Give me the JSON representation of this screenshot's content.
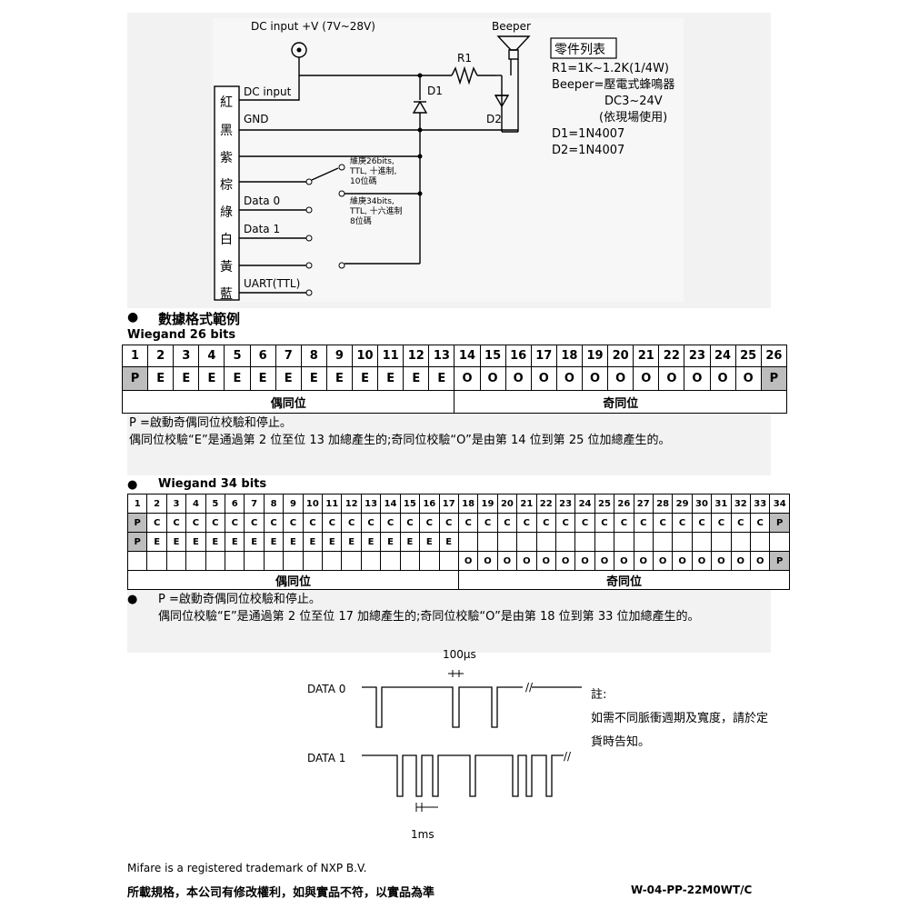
{
  "schematic": {
    "dc_input_label": "DC input +V (7V~28V)",
    "beeper_label": "Beeper",
    "r1_label": "R1",
    "d1_label": "D1",
    "d2_label": "D2",
    "wire_colors": [
      "紅",
      "黑",
      "紫",
      "棕",
      "綠",
      "白",
      "黃",
      "藍"
    ],
    "wire_labels": {
      "dc_input": "DC input",
      "gnd": "GND",
      "data0": "Data 0",
      "data1": "Data 1",
      "uart": "UART(TTL)"
    },
    "switch_note_26": [
      "維庚26bits,",
      "TTL, 十進制,",
      "10位碼"
    ],
    "switch_note_34": [
      "維庚34bits,",
      "TTL, 十六進制",
      "8位碼"
    ],
    "parts_title": "零件列表",
    "parts_list": [
      "R1=1K~1.2K(1/4W)",
      "Beeper=壓電式蜂鳴器",
      "DC3~24V",
      "(依現場使用)",
      "D1=1N4007",
      "D2=1N4007"
    ]
  },
  "section_title": "數據格式範例",
  "wiegand26": {
    "title": "Wiegand 26 bits",
    "bit_numbers": [
      "1",
      "2",
      "3",
      "4",
      "5",
      "6",
      "7",
      "8",
      "9",
      "10",
      "11",
      "12",
      "13",
      "14",
      "15",
      "16",
      "17",
      "18",
      "19",
      "20",
      "21",
      "22",
      "23",
      "24",
      "25",
      "26"
    ],
    "bit_values": [
      "P",
      "E",
      "E",
      "E",
      "E",
      "E",
      "E",
      "E",
      "E",
      "E",
      "E",
      "E",
      "E",
      "O",
      "O",
      "O",
      "O",
      "O",
      "O",
      "O",
      "O",
      "O",
      "O",
      "O",
      "O",
      "P"
    ],
    "even_label": "偶同位",
    "odd_label": "奇同位",
    "note_line1": "P =啟動奇偶同位校驗和停止。",
    "note_line2": "偶同位校驗“E”是通過第 2 位至位 13 加總產生的;奇同位校驗“O”是由第 14 位到第 25 位加總產生的。"
  },
  "wiegand34": {
    "title": "Wiegand 34 bits",
    "bit_numbers": [
      "1",
      "2",
      "3",
      "4",
      "5",
      "6",
      "7",
      "8",
      "9",
      "10",
      "11",
      "12",
      "13",
      "14",
      "15",
      "16",
      "17",
      "18",
      "19",
      "20",
      "21",
      "22",
      "23",
      "24",
      "25",
      "26",
      "27",
      "28",
      "29",
      "30",
      "31",
      "32",
      "33",
      "34"
    ],
    "row_c": [
      "P",
      "C",
      "C",
      "C",
      "C",
      "C",
      "C",
      "C",
      "C",
      "C",
      "C",
      "C",
      "C",
      "C",
      "C",
      "C",
      "C",
      "C",
      "C",
      "C",
      "C",
      "C",
      "C",
      "C",
      "C",
      "C",
      "C",
      "C",
      "C",
      "C",
      "C",
      "C",
      "C",
      "P"
    ],
    "row_e": [
      "P",
      "E",
      "E",
      "E",
      "E",
      "E",
      "E",
      "E",
      "E",
      "E",
      "E",
      "E",
      "E",
      "E",
      "E",
      "E",
      "E"
    ],
    "row_o": [
      "O",
      "O",
      "O",
      "O",
      "O",
      "O",
      "O",
      "O",
      "O",
      "O",
      "O",
      "O",
      "O",
      "O",
      "O",
      "O",
      "P"
    ],
    "even_label": "偶同位",
    "odd_label": "奇同位",
    "note_line1": "P =啟動奇偶同位校驗和停止。",
    "note_line2": "偶同位校驗“E”是通過第 2 位至位 17 加總產生的;奇同位校驗“O”是由第 18 位到第 33 位加總產生的。"
  },
  "timing": {
    "pulse_width_label": "100μs",
    "period_label": "1ms",
    "data0_label": "DATA 0",
    "data1_label": "DATA 1",
    "note_title": "註:",
    "note_line1": "如需不同脈衝週期及寬度，請於定",
    "note_line2": "貨時告知。"
  },
  "footer": {
    "trademark": "Mifare is a registered trademark of NXP B.V.",
    "disclaimer": "所載規格，本公司有修改權利，如與實品不符，以實品為準",
    "doc_code": "W-04-PP-22M0WT/C"
  }
}
